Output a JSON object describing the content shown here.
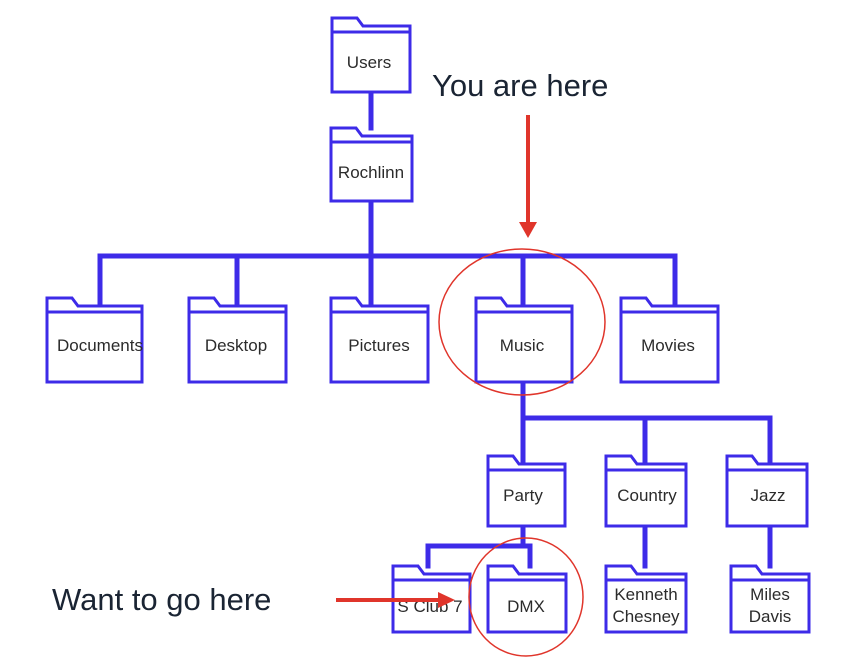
{
  "colors": {
    "tree": "#3d2be8",
    "marker": "#e0352b",
    "text": "#2b2b2b",
    "annotation_text": "#1a2433",
    "background": "#ffffff"
  },
  "icons": {
    "folder": "folder-icon",
    "arrow": "arrow-icon",
    "circle": "highlight-circle"
  },
  "folders": {
    "users": "Users",
    "rochlinn": "Rochlinn",
    "documents": "Documents",
    "desktop": "Desktop",
    "pictures": "Pictures",
    "music": "Music",
    "movies": "Movies",
    "party": "Party",
    "country": "Country",
    "jazz": "Jazz",
    "sclub7": "S Club 7",
    "dmx": "DMX",
    "kenneth_chesney": [
      "Kenneth",
      "Chesney"
    ],
    "miles_davis": [
      "Miles",
      "Davis"
    ]
  },
  "annotations": {
    "you_are_here": "You are here",
    "want_to_go_here": "Want to go here"
  }
}
